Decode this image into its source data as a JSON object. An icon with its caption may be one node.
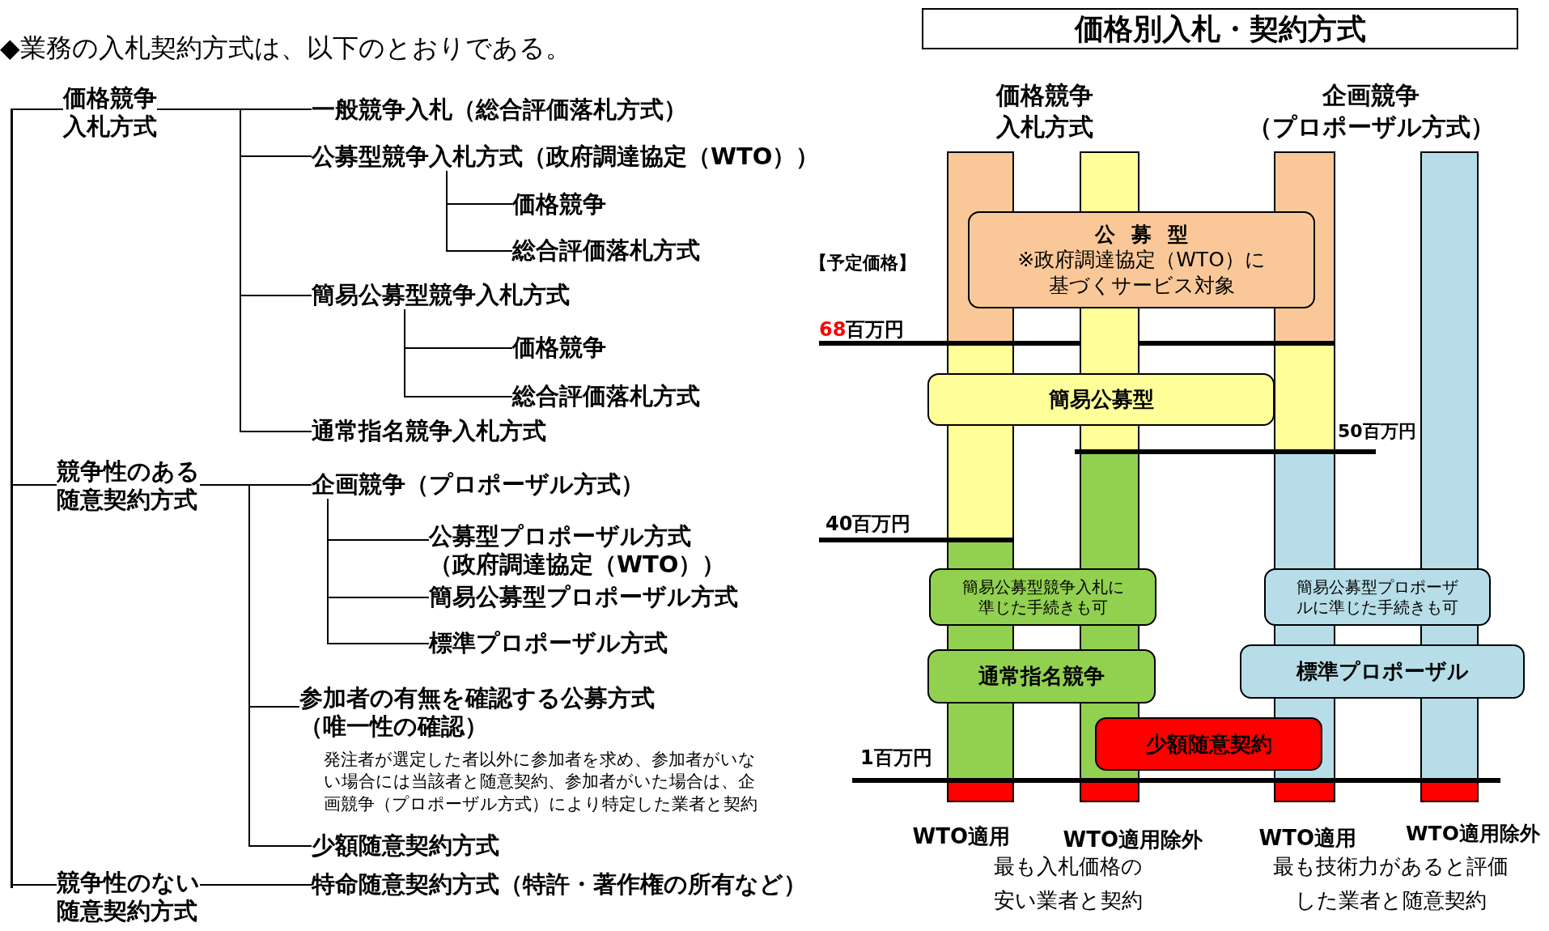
{
  "diagram": {
    "title": "◆業務の入札契約方式は、以下のとおりである。",
    "nodes": [
      {
        "text": [
          "価格競争入札方式"
        ]
      },
      {
        "text": [
          "一般競争入札（総合評価落札方式）"
        ]
      },
      {
        "text": [
          "公募型競争入札方式（政府調達協定（WTO））"
        ]
      },
      {
        "text": [
          "価格競争"
        ]
      },
      {
        "text": [
          "総合評価落札方式"
        ]
      },
      {
        "text": [
          "簡易公募型競争入札方式"
        ]
      },
      {
        "text": [
          "価格競争"
        ]
      },
      {
        "text": [
          "総合評価落札方式"
        ]
      },
      {
        "text": [
          "通常指名競争入札方式"
        ]
      },
      {
        "text": [
          "競争性のある随意契約方式"
        ]
      },
      {
        "text": [
          "企画競争（プロポーザル方式）"
        ]
      },
      {
        "text": [
          "公募型プロポーザル方式（政府調達協定（WTO））"
        ]
      },
      {
        "text": [
          "簡易公募型プロポーザル方式"
        ]
      },
      {
        "text": [
          "標準プロポーザル方式"
        ]
      },
      {
        "text": [
          "参加者の有無を確認する公募方式（唯一性の確認）"
        ],
        "beside": [
          "発注者が選定した者以外に参加者を求め、参加者がいない場合には当該者と随意契約、参加者がいた場合は、企画競争（プロポーザル方式）により特定した業者と契約"
        ]
      },
      {
        "text": [
          "少額随意契約方式"
        ]
      },
      {
        "text": [
          "競争性のない随意契約方式"
        ]
      },
      {
        "text": [
          "特命随意契約方式（特許・著作権の所有など）"
        ]
      },
      {
        "text": [
          "価格別入札・契約方式"
        ]
      },
      {
        "text": [
          "公募型",
          "※政府調達協定（WTO）に基づくサービス対象"
        ]
      },
      {
        "text": [
          "簡易公募型"
        ]
      },
      {
        "text": [
          "簡易公募型競争入札に準じた手続きも可"
        ]
      },
      {
        "text": [
          "簡易公募型プロポーザルに準じた手続きも可"
        ]
      },
      {
        "text": [
          "通常指名競争"
        ]
      },
      {
        "text": [
          "標準プロポーザル"
        ]
      },
      {
        "text": [
          "少額随意契約"
        ]
      },
      {
        "text": [],
        "shape": "bar"
      }
    ],
    "edges": [
      {
        "from": 0,
        "to": 1,
        "arrow": "none"
      },
      {
        "from": 0,
        "to": 2,
        "arrow": "none"
      },
      {
        "from": 0,
        "to": 5,
        "arrow": "none"
      },
      {
        "from": 0,
        "to": 8,
        "arrow": "none"
      },
      {
        "from": 2,
        "to": 3,
        "arrow": "none"
      },
      {
        "from": 2,
        "to": 4,
        "arrow": "none"
      },
      {
        "from": 5,
        "to": 6,
        "arrow": "none"
      },
      {
        "from": 5,
        "to": 7,
        "arrow": "none"
      },
      {
        "from": 9,
        "to": 10,
        "arrow": "none"
      },
      {
        "from": 9,
        "to": 14,
        "arrow": "none"
      },
      {
        "from": 9,
        "to": 15,
        "arrow": "none"
      },
      {
        "from": 10,
        "to": 11,
        "arrow": "none"
      },
      {
        "from": 10,
        "to": 12,
        "arrow": "none"
      },
      {
        "from": 10,
        "to": 13,
        "arrow": "none"
      },
      {
        "from": 16,
        "to": 17,
        "arrow": "none"
      },
      {
        "from": 26,
        "to": 0,
        "arrow": "none"
      },
      {
        "from": 26,
        "to": 9,
        "arrow": "none"
      },
      {
        "from": 26,
        "to": 16,
        "arrow": "none"
      }
    ],
    "labels": [
      "価格競争入札方式",
      "企画競争（プロポーザル方式）",
      "【予定価格】",
      "68百万円",
      "50百万円",
      "40百万円",
      "1百万円",
      "WTO適用",
      "WTO適用除外",
      "WTO適用",
      "WTO適用除外",
      "最も入札価格の安い業者と契約",
      "最も技術力があると評価した業者と随意契約"
    ]
  }
}
